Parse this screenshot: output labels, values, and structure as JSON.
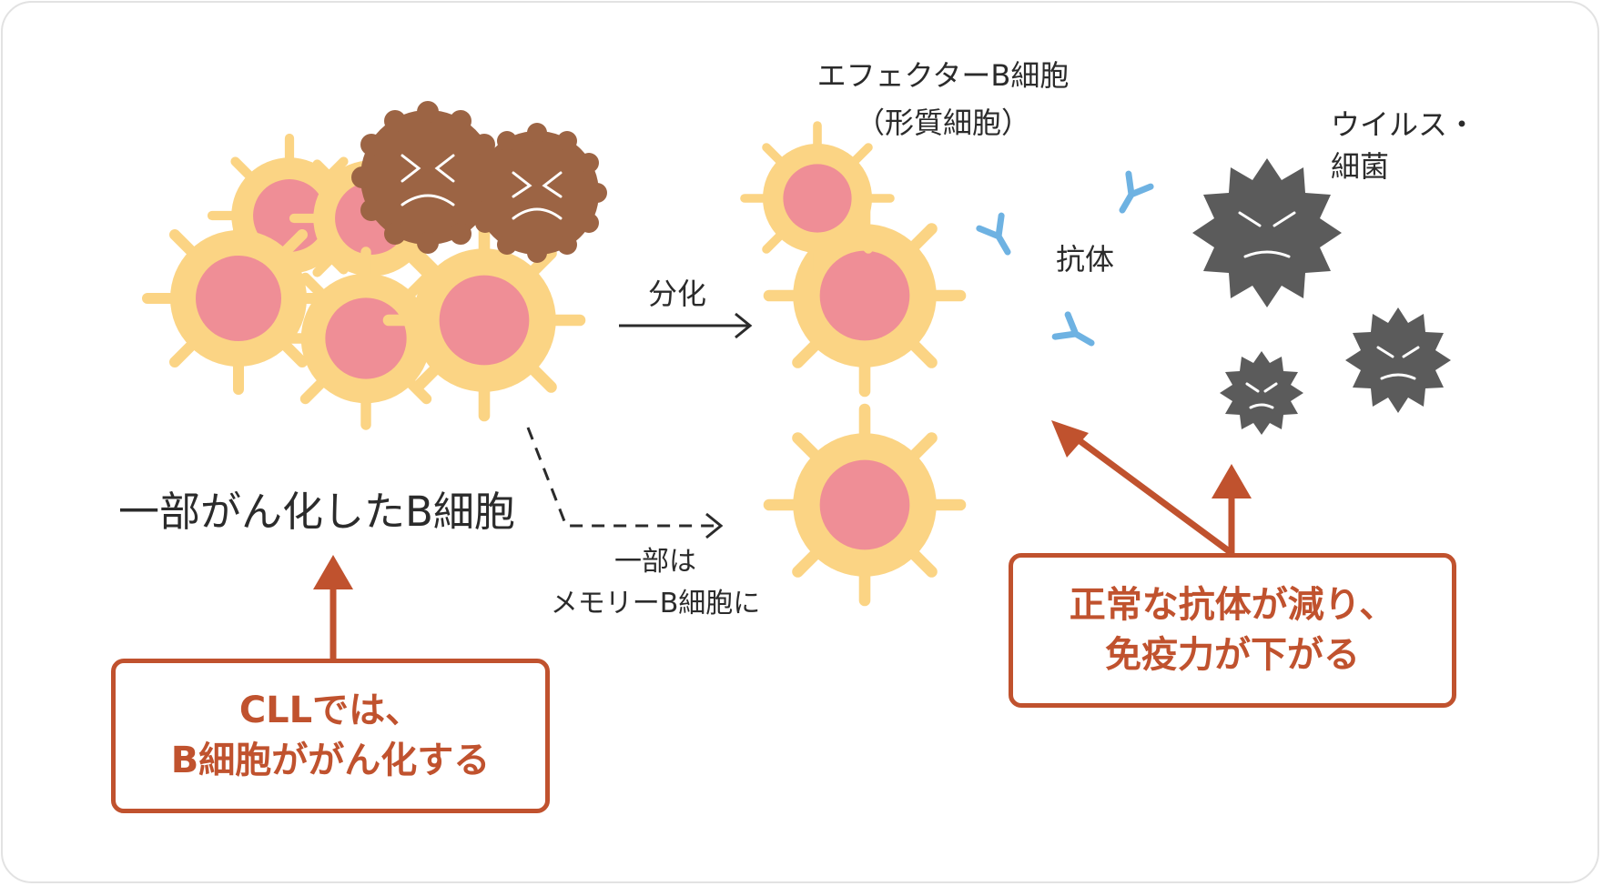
{
  "labels": {
    "effector_line1": "エフェクターB細胞",
    "effector_line2": "（形質細胞）",
    "virus_line1": "ウイルス・",
    "virus_line2": "細菌",
    "antibody": "抗体",
    "differentiation": "分化",
    "cancer_cells": "一部がん化したB細胞",
    "memory_line1": "一部は",
    "memory_line2": "メモリーB細胞に"
  },
  "callouts": {
    "left_line1": "CLLでは、",
    "left_line2": "B細胞ががん化する",
    "right_line1": "正常な抗体が減り、",
    "right_line2": "免疫力が下がる"
  },
  "colors": {
    "cell_body": "#fbd484",
    "cell_nucleus": "#ef8e96",
    "cancer_cell": "#9c6444",
    "antibody": "#6eb2e2",
    "virus": "#5b5b5b",
    "accent": "#c0522e",
    "text": "#2b2b2b"
  },
  "icons": [
    "b-cell-icon",
    "cancer-cell-icon",
    "antibody-icon",
    "virus-icon",
    "arrow-icon"
  ]
}
